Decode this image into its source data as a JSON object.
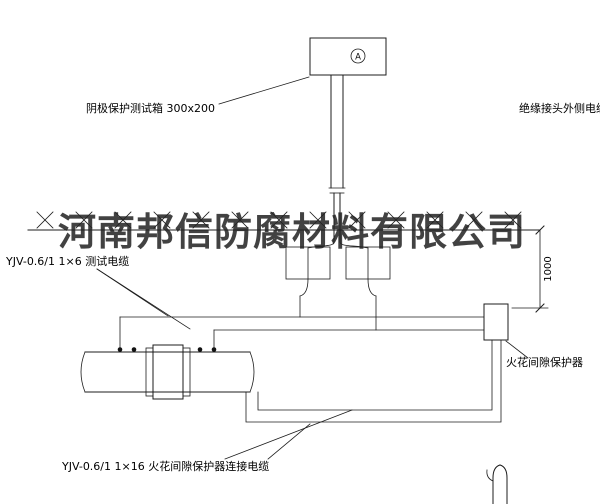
{
  "diagram": {
    "watermark": "河南邦信防腐材料有限公司",
    "labels": {
      "test_box": "阴极保护测试箱 300x200",
      "outer_cable": "绝缘接头外侧电缆",
      "test_cable": "YJV-0.6/1 1×6  测试电缆",
      "spark_gap": "火花间隙保护器",
      "connection_cable": "YJV-0.6/1 1×16  火花间隙保护器连接电缆",
      "dimension": "1000",
      "ammeter": "A"
    },
    "colors": {
      "line": "#1c1c1c",
      "watermark": "#222222",
      "background": "#ffffff"
    }
  }
}
